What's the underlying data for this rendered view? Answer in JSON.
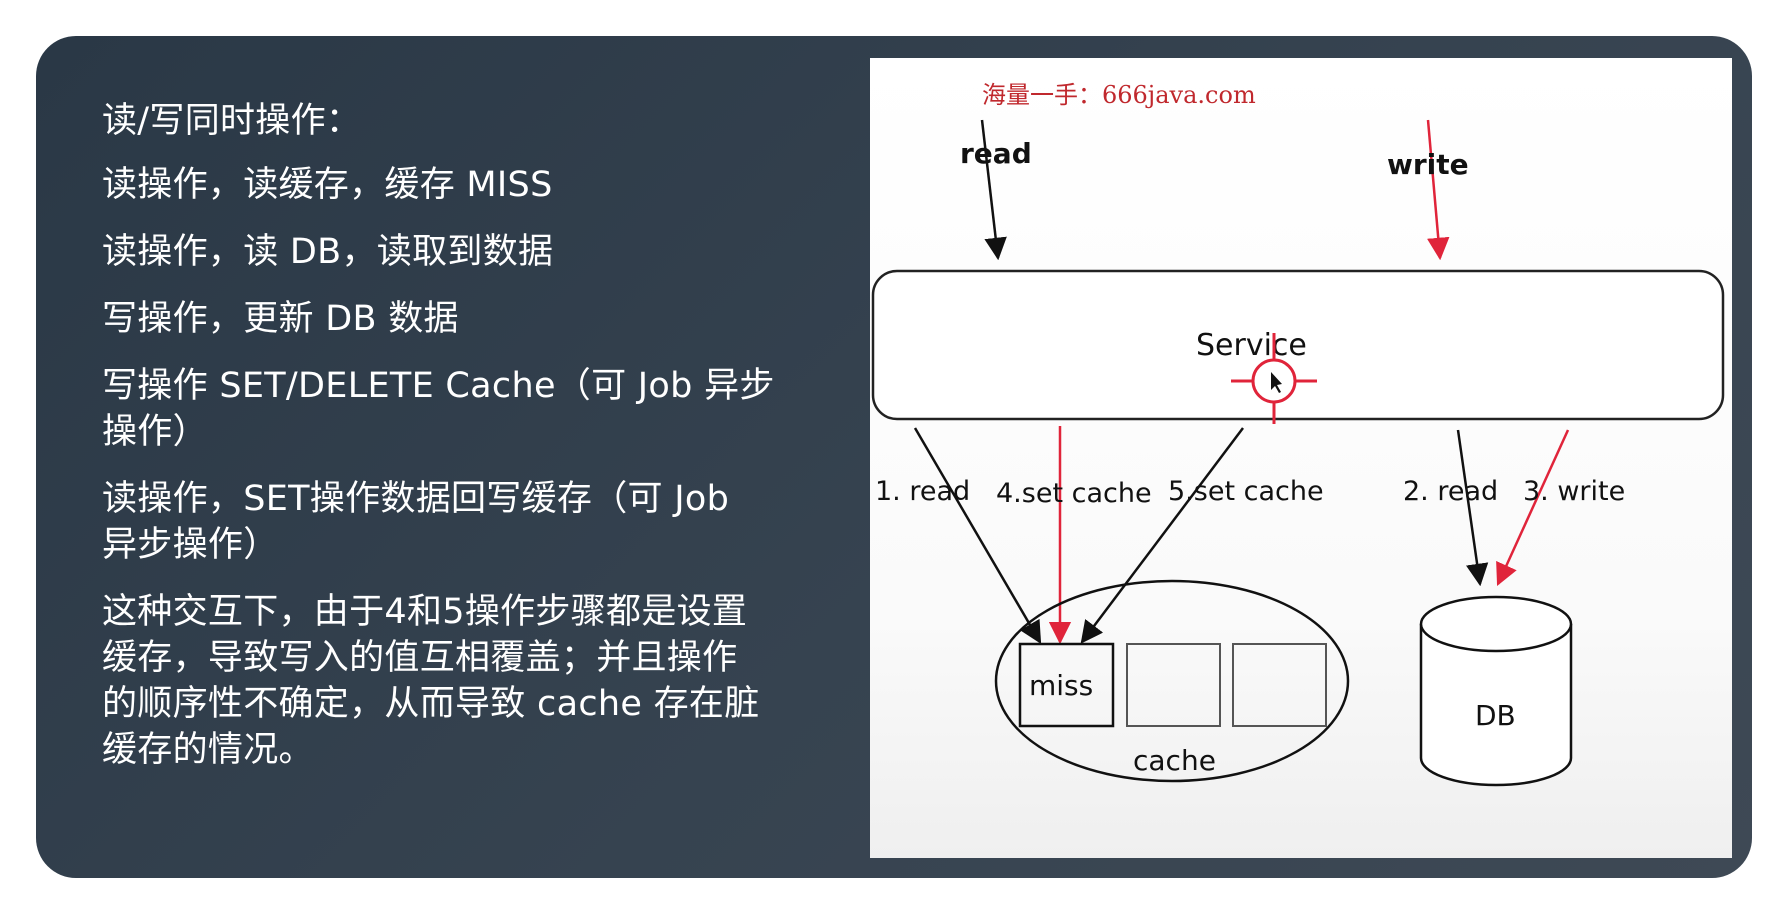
{
  "left_text": {
    "lines": [
      "读/写同时操作：",
      "读操作，读缓存，缓存 MISS",
      "读操作，读 DB，读取到数据",
      "写操作，更新 DB 数据",
      "写操作 SET/DELETE Cache（可 Job 异步\n操作）",
      "读操作，SET操作数据回写缓存（可 Job\n异步操作）",
      "这种交互下，由于4和5操作步骤都是设置\n缓存，导致写入的值互相覆盖；并且操作\n的顺序性不确定，从而导致 cache 存在脏\n缓存的情况。"
    ]
  },
  "diagram": {
    "watermark": "海量一手：666java.com",
    "read_label": "read",
    "write_label": "write",
    "service_label": "Service",
    "edge_1_label": "1. read",
    "edge_4_label": "4.set cache",
    "edge_5_label": "5.set cache",
    "edge_2_label": "2. read",
    "edge_3_label": "3. write",
    "miss_label": "miss",
    "cache_label": "cache",
    "db_label": "DB"
  },
  "colors": {
    "background": "#2f3c49",
    "text": "#ffffff",
    "arrow_black": "#111111",
    "arrow_red": "#e0243a",
    "watermark": "#c0282d"
  }
}
